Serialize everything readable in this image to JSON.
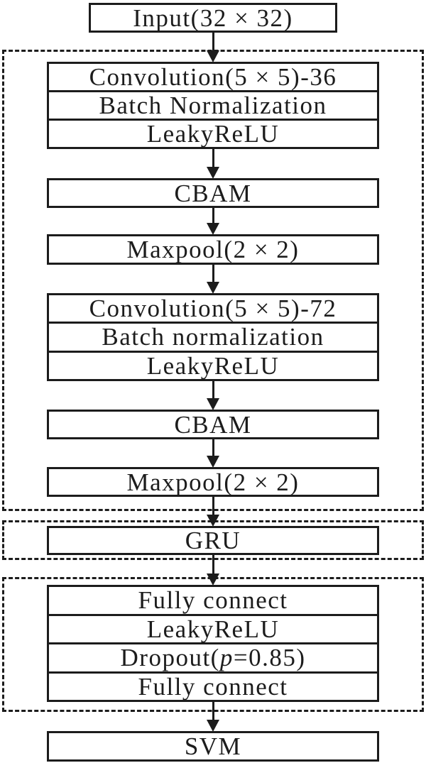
{
  "nodes": {
    "input": "Input(32 × 32)",
    "conv_block_1": [
      "Convolution(5 × 5)-36",
      "Batch Normalization",
      "LeakyReLU"
    ],
    "cbam_1": "CBAM",
    "maxpool_1": "Maxpool(2 × 2)",
    "conv_block_2": [
      "Convolution(5 × 5)-72",
      "Batch normalization",
      "LeakyReLU"
    ],
    "cbam_2": "CBAM",
    "maxpool_2": "Maxpool(2 × 2)",
    "gru": "GRU",
    "fc_block": [
      {
        "text": "Fully connect"
      },
      {
        "text": "LeakyReLU"
      },
      {
        "prefix": "Dropout(",
        "var": "p",
        "suffix": "=0.85)"
      },
      {
        "text": "Fully connect"
      }
    ],
    "svm": "SVM"
  },
  "colors": {
    "line": "#1c1c1c",
    "background": "#ffffff"
  }
}
